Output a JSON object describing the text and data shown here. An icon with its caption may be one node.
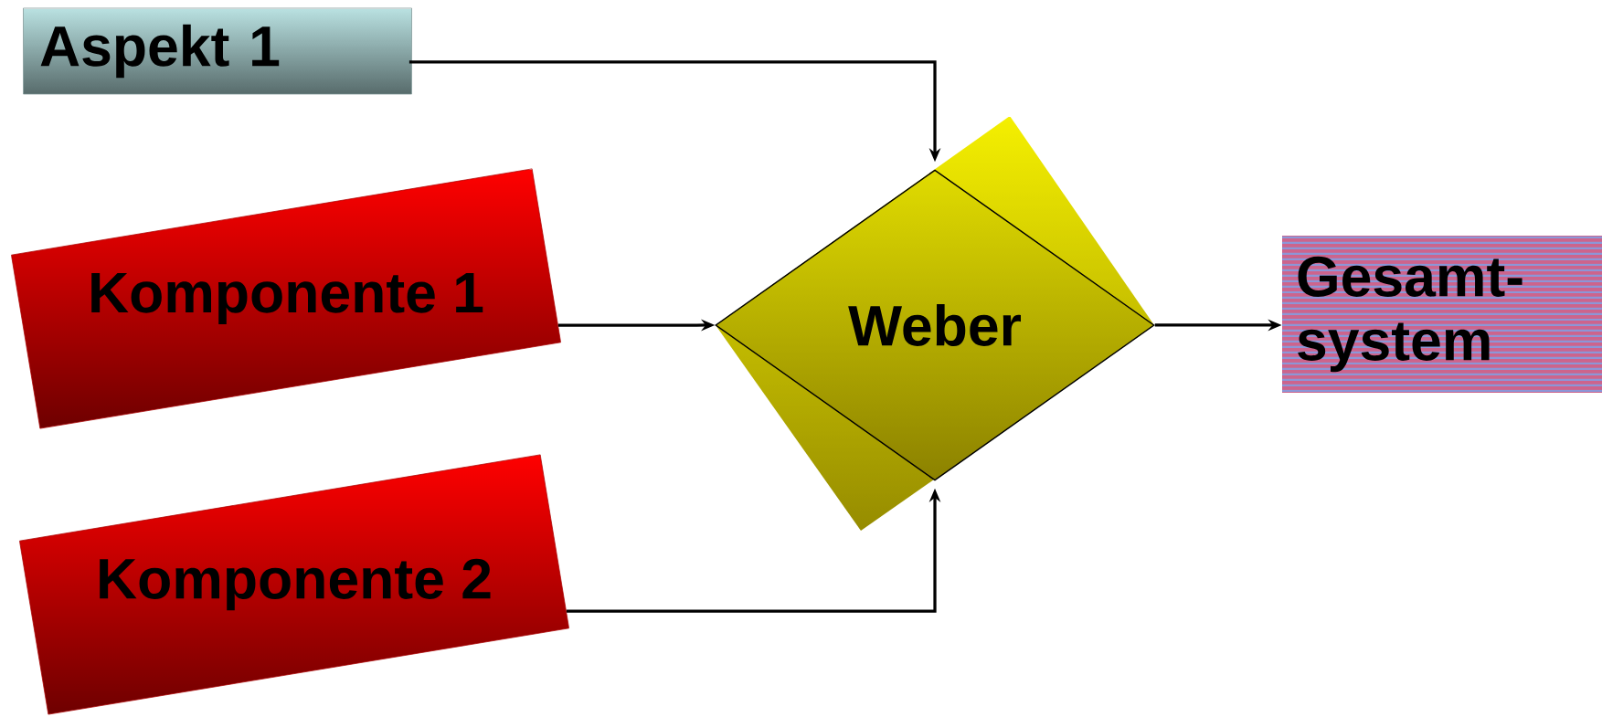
{
  "diagram": {
    "nodes": [
      {
        "text": [
          "Aspekt 1"
        ]
      },
      {
        "text": [
          "Komponente 1"
        ]
      },
      {
        "text": [
          "Komponente 2"
        ]
      },
      {
        "text": [
          "Weber"
        ]
      },
      {
        "text": [
          "Gesamt- system"
        ]
      }
    ],
    "edges": [
      {
        "from": 0,
        "to": 3,
        "arrow": "to"
      },
      {
        "from": 1,
        "to": 3,
        "arrow": "to"
      },
      {
        "from": 2,
        "to": 3,
        "arrow": "to"
      },
      {
        "from": 3,
        "to": 4,
        "arrow": "to"
      }
    ]
  }
}
